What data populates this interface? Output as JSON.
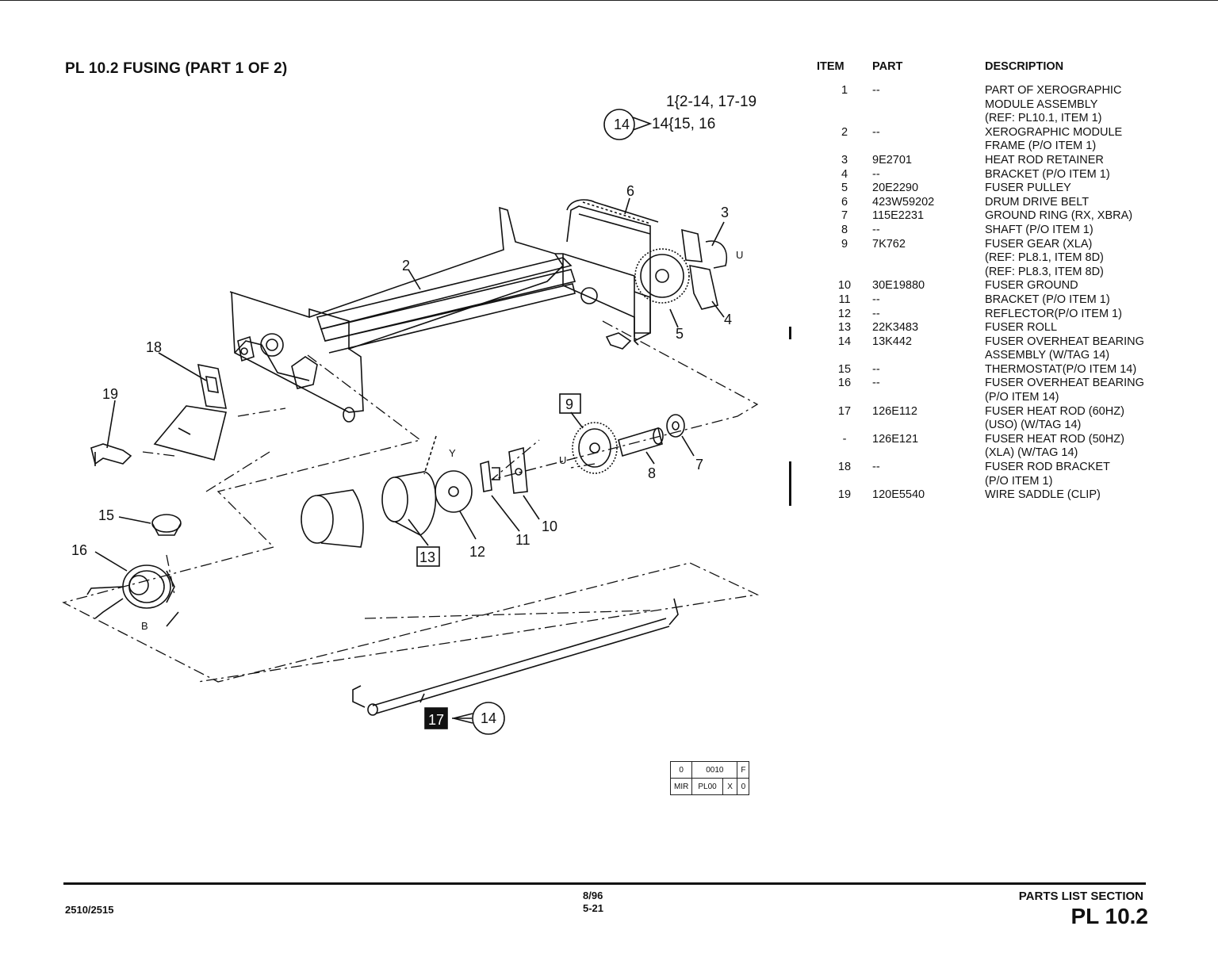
{
  "page": {
    "title": "PL 10.2 FUSING (PART 1 OF 2)"
  },
  "diagram": {
    "legend_line1": "1{2-14, 17-19",
    "legend_line2": "14{15, 16",
    "legend_tag": "14",
    "callouts": {
      "c1": "2",
      "c2": "3",
      "c3": "4",
      "c4": "5",
      "c5": "6",
      "c6": "7",
      "c7": "8",
      "c8": "9",
      "c9": "10",
      "c10": "11",
      "c11": "12",
      "c12": "13",
      "c13": "15",
      "c14": "16",
      "c15": "17",
      "c16": "14",
      "c17": "18",
      "c18": "19"
    },
    "letters": {
      "u1": "U",
      "u2": "U",
      "y": "Y",
      "b": "B"
    }
  },
  "table": {
    "headers": {
      "item": "ITEM",
      "part": "PART",
      "description": "DESCRIPTION"
    },
    "rows": [
      {
        "item": "1",
        "part": "--",
        "description": "PART OF XEROGRAPHIC\nMODULE ASSEMBLY\n(REF: PL10.1, ITEM 1)"
      },
      {
        "item": "2",
        "part": "--",
        "description": "XEROGRAPHIC MODULE\nFRAME (P/O ITEM 1)"
      },
      {
        "item": "3",
        "part": "9E2701",
        "description": "HEAT ROD RETAINER"
      },
      {
        "item": "4",
        "part": "--",
        "description": "BRACKET (P/O ITEM 1)"
      },
      {
        "item": "5",
        "part": "20E2290",
        "description": "FUSER PULLEY"
      },
      {
        "item": "6",
        "part": "423W59202",
        "description": "DRUM DRIVE BELT"
      },
      {
        "item": "7",
        "part": "115E2231",
        "description": "GROUND RING (RX, XBRA)"
      },
      {
        "item": "8",
        "part": "--",
        "description": "SHAFT (P/O ITEM 1)"
      },
      {
        "item": "9",
        "part": "7K762",
        "description": "FUSER GEAR (XLA)\n(REF: PL8.1, ITEM 8D)\n(REF: PL8.3, ITEM 8D)"
      },
      {
        "item": "10",
        "part": "30E19880",
        "description": "FUSER GROUND"
      },
      {
        "item": "11",
        "part": "--",
        "description": "BRACKET (P/O ITEM 1)"
      },
      {
        "item": "12",
        "part": "--",
        "description": "REFLECTOR(P/O ITEM 1)"
      },
      {
        "item": "13",
        "part": "22K3483",
        "description": "FUSER ROLL"
      },
      {
        "item": "14",
        "part": "13K442",
        "description": "FUSER OVERHEAT BEARING\nASSEMBLY (W/TAG 14)"
      },
      {
        "item": "15",
        "part": "--",
        "description": "THERMOSTAT(P/O ITEM 14)"
      },
      {
        "item": "16",
        "part": "--",
        "description": "FUSER OVERHEAT BEARING\n(P/O ITEM 14)"
      },
      {
        "item": "17",
        "part": "126E112",
        "description": "FUSER HEAT ROD (60HZ)\n(USO) (W/TAG 14)"
      },
      {
        "item": "-",
        "part": "126E121",
        "description": "FUSER HEAT ROD (50HZ)\n(XLA) (W/TAG 14)"
      },
      {
        "item": "18",
        "part": "--",
        "description": "FUSER ROD BRACKET\n(P/O ITEM 1)"
      },
      {
        "item": "19",
        "part": "120E5540",
        "description": "WIRE SADDLE (CLIP)"
      }
    ]
  },
  "code_box": {
    "r1c1": "0",
    "r1c2": "0010",
    "r1c3": "F",
    "r2c1": "MIR",
    "r2c2": "PL00",
    "r2c3": "X",
    "r2c4": "0"
  },
  "footer": {
    "model": "2510/2515",
    "date": "8/96",
    "page": "5-21",
    "section": "PARTS LIST SECTION",
    "pl": "PL 10.2"
  }
}
